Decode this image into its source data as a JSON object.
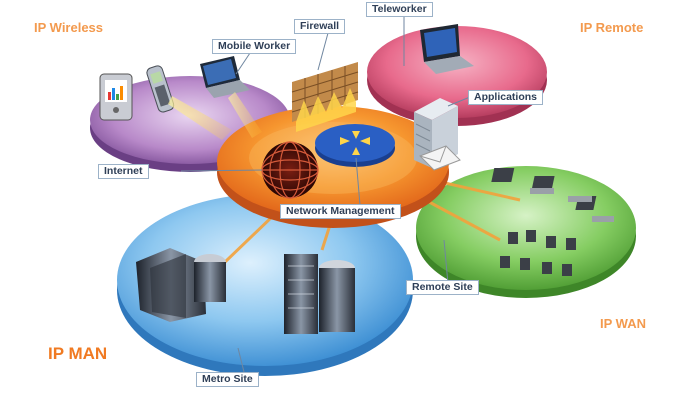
{
  "regions": {
    "ip_wireless": "IP Wireless",
    "ip_remote": "IP Remote",
    "ip_man": "IP MAN",
    "ip_wan": "IP WAN"
  },
  "callouts": {
    "firewall": "Firewall",
    "teleworker": "Teleworker",
    "mobile_worker": "Mobile Worker",
    "applications": "Applications",
    "internet": "Internet",
    "network_management": "Network Management",
    "remote_site": "Remote Site",
    "metro_site": "Metro Site"
  },
  "colors": {
    "wireless_disc": "#b889c9",
    "remote_disc": "#e86a8c",
    "man_disc": "#6fb3e6",
    "wan_disc": "#7cc65a",
    "core_disc": "#f07b22",
    "region_label": "#f39a4e",
    "callout_border": "#9cb2c8"
  }
}
